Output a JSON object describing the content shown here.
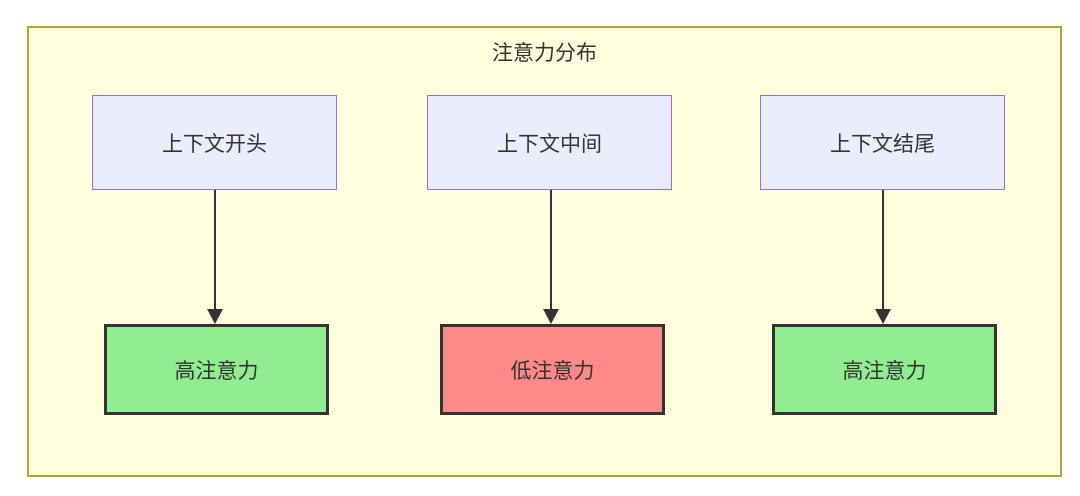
{
  "diagram": {
    "title": "注意力分布",
    "context_nodes": [
      {
        "id": "context-start",
        "label": "上下文开头"
      },
      {
        "id": "context-middle",
        "label": "上下文中间"
      },
      {
        "id": "context-end",
        "label": "上下文结尾"
      }
    ],
    "result_nodes": [
      {
        "id": "attention-start",
        "label": "高注意力",
        "level": "high"
      },
      {
        "id": "attention-middle",
        "label": "低注意力",
        "level": "low"
      },
      {
        "id": "attention-end",
        "label": "高注意力",
        "level": "high"
      }
    ],
    "edges": [
      {
        "from": "上下文开头",
        "to": "高注意力"
      },
      {
        "from": "上下文中间",
        "to": "低注意力"
      },
      {
        "from": "上下文结尾",
        "to": "高注意力"
      }
    ],
    "colors": {
      "container_background": "#ffffde",
      "container_border": "#aaaa33",
      "context_node_background": "#ececff",
      "context_node_border": "#9370db",
      "high_attention_background": "#90ee90",
      "low_attention_background": "#ff8888",
      "result_node_border": "#333333",
      "arrow": "#333333",
      "text": "#333333"
    }
  }
}
